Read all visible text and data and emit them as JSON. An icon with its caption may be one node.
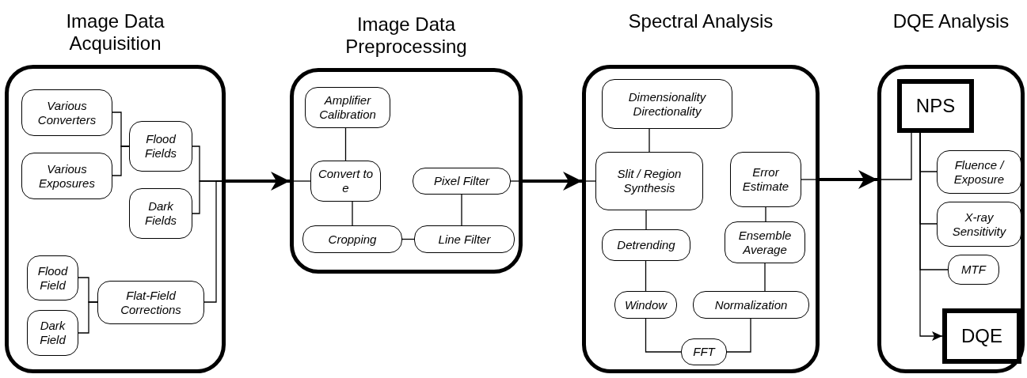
{
  "diagram": {
    "nodes": [
      {
        "text": [
          "Image Data Acquisition"
        ]
      },
      {
        "text": [
          "Various Converters"
        ],
        "in": 0
      },
      {
        "text": [
          "Various Exposures"
        ],
        "in": 0
      },
      {
        "text": [
          "Flood Fields"
        ],
        "in": 0
      },
      {
        "text": [
          "Dark Fields"
        ],
        "in": 0
      },
      {
        "text": [
          "Flood Field"
        ],
        "in": 0
      },
      {
        "text": [
          "Dark Field"
        ],
        "in": 0
      },
      {
        "text": [
          "Flat-Field Corrections"
        ],
        "in": 0
      },
      {
        "text": [
          "Image Data Preprocessing"
        ]
      },
      {
        "text": [
          "Amplifier Calibration"
        ],
        "in": 8
      },
      {
        "text": [
          "Convert to e"
        ],
        "in": 8
      },
      {
        "text": [
          "Cropping"
        ],
        "in": 8
      },
      {
        "text": [
          "Pixel Filter"
        ],
        "in": 8
      },
      {
        "text": [
          "Line Filter"
        ],
        "in": 8
      },
      {
        "text": [
          "Spectral Analysis"
        ]
      },
      {
        "text": [
          "Dimensionality Directionality"
        ],
        "in": 14
      },
      {
        "text": [
          "Slit / Region Synthesis"
        ],
        "in": 14
      },
      {
        "text": [
          "Error Estimate"
        ],
        "in": 14
      },
      {
        "text": [
          "Detrending"
        ],
        "in": 14
      },
      {
        "text": [
          "Ensemble Average"
        ],
        "in": 14
      },
      {
        "text": [
          "Window"
        ],
        "in": 14
      },
      {
        "text": [
          "Normalization"
        ],
        "in": 14
      },
      {
        "text": [
          "FFT"
        ],
        "in": 14
      },
      {
        "text": [
          "DQE Analysis"
        ]
      },
      {
        "text": [
          "NPS"
        ],
        "in": 23
      },
      {
        "text": [
          "Fluence / Exposure"
        ],
        "in": 23
      },
      {
        "text": [
          "X-ray Sensitivity"
        ],
        "in": 23
      },
      {
        "text": [
          "MTF"
        ],
        "in": 23
      },
      {
        "text": [
          "DQE"
        ],
        "in": 23
      }
    ],
    "edges": [
      {
        "from": 1,
        "to": 3,
        "arrow": "none"
      },
      {
        "from": 2,
        "to": 3,
        "arrow": "none"
      },
      {
        "from": 3,
        "to": 0,
        "arrow": "none"
      },
      {
        "from": 4,
        "to": 0,
        "arrow": "none"
      },
      {
        "from": 7,
        "to": 0,
        "arrow": "none"
      },
      {
        "from": 5,
        "to": 7,
        "arrow": "none"
      },
      {
        "from": 6,
        "to": 7,
        "arrow": "none"
      },
      {
        "from": 8,
        "to": 10,
        "arrow": "none"
      },
      {
        "from": 9,
        "to": 10,
        "arrow": "none"
      },
      {
        "from": 10,
        "to": 11,
        "arrow": "none"
      },
      {
        "from": 11,
        "to": 13,
        "arrow": "none"
      },
      {
        "from": 13,
        "to": 12,
        "arrow": "none"
      },
      {
        "from": 12,
        "to": 8,
        "arrow": "none"
      },
      {
        "from": 14,
        "to": 16,
        "arrow": "none"
      },
      {
        "from": 15,
        "to": 16,
        "arrow": "none"
      },
      {
        "from": 16,
        "to": 18,
        "arrow": "none"
      },
      {
        "from": 18,
        "to": 20,
        "arrow": "none"
      },
      {
        "from": 20,
        "to": 22,
        "arrow": "none"
      },
      {
        "from": 22,
        "to": 21,
        "arrow": "none"
      },
      {
        "from": 21,
        "to": 19,
        "arrow": "none"
      },
      {
        "from": 19,
        "to": 17,
        "arrow": "none"
      },
      {
        "from": 17,
        "to": 14,
        "arrow": "none"
      },
      {
        "from": 23,
        "to": 24,
        "arrow": "none"
      },
      {
        "from": 24,
        "to": 25,
        "arrow": "none"
      },
      {
        "from": 24,
        "to": 26,
        "arrow": "none"
      },
      {
        "from": 24,
        "to": 27,
        "arrow": "none"
      },
      {
        "from": 24,
        "to": 28,
        "arrow": "to"
      },
      {
        "from": 0,
        "to": 8,
        "arrow": "to",
        "style": "thick"
      },
      {
        "from": 8,
        "to": 14,
        "arrow": "to",
        "style": "thick"
      },
      {
        "from": 14,
        "to": 23,
        "arrow": "to",
        "style": "thick"
      }
    ]
  }
}
